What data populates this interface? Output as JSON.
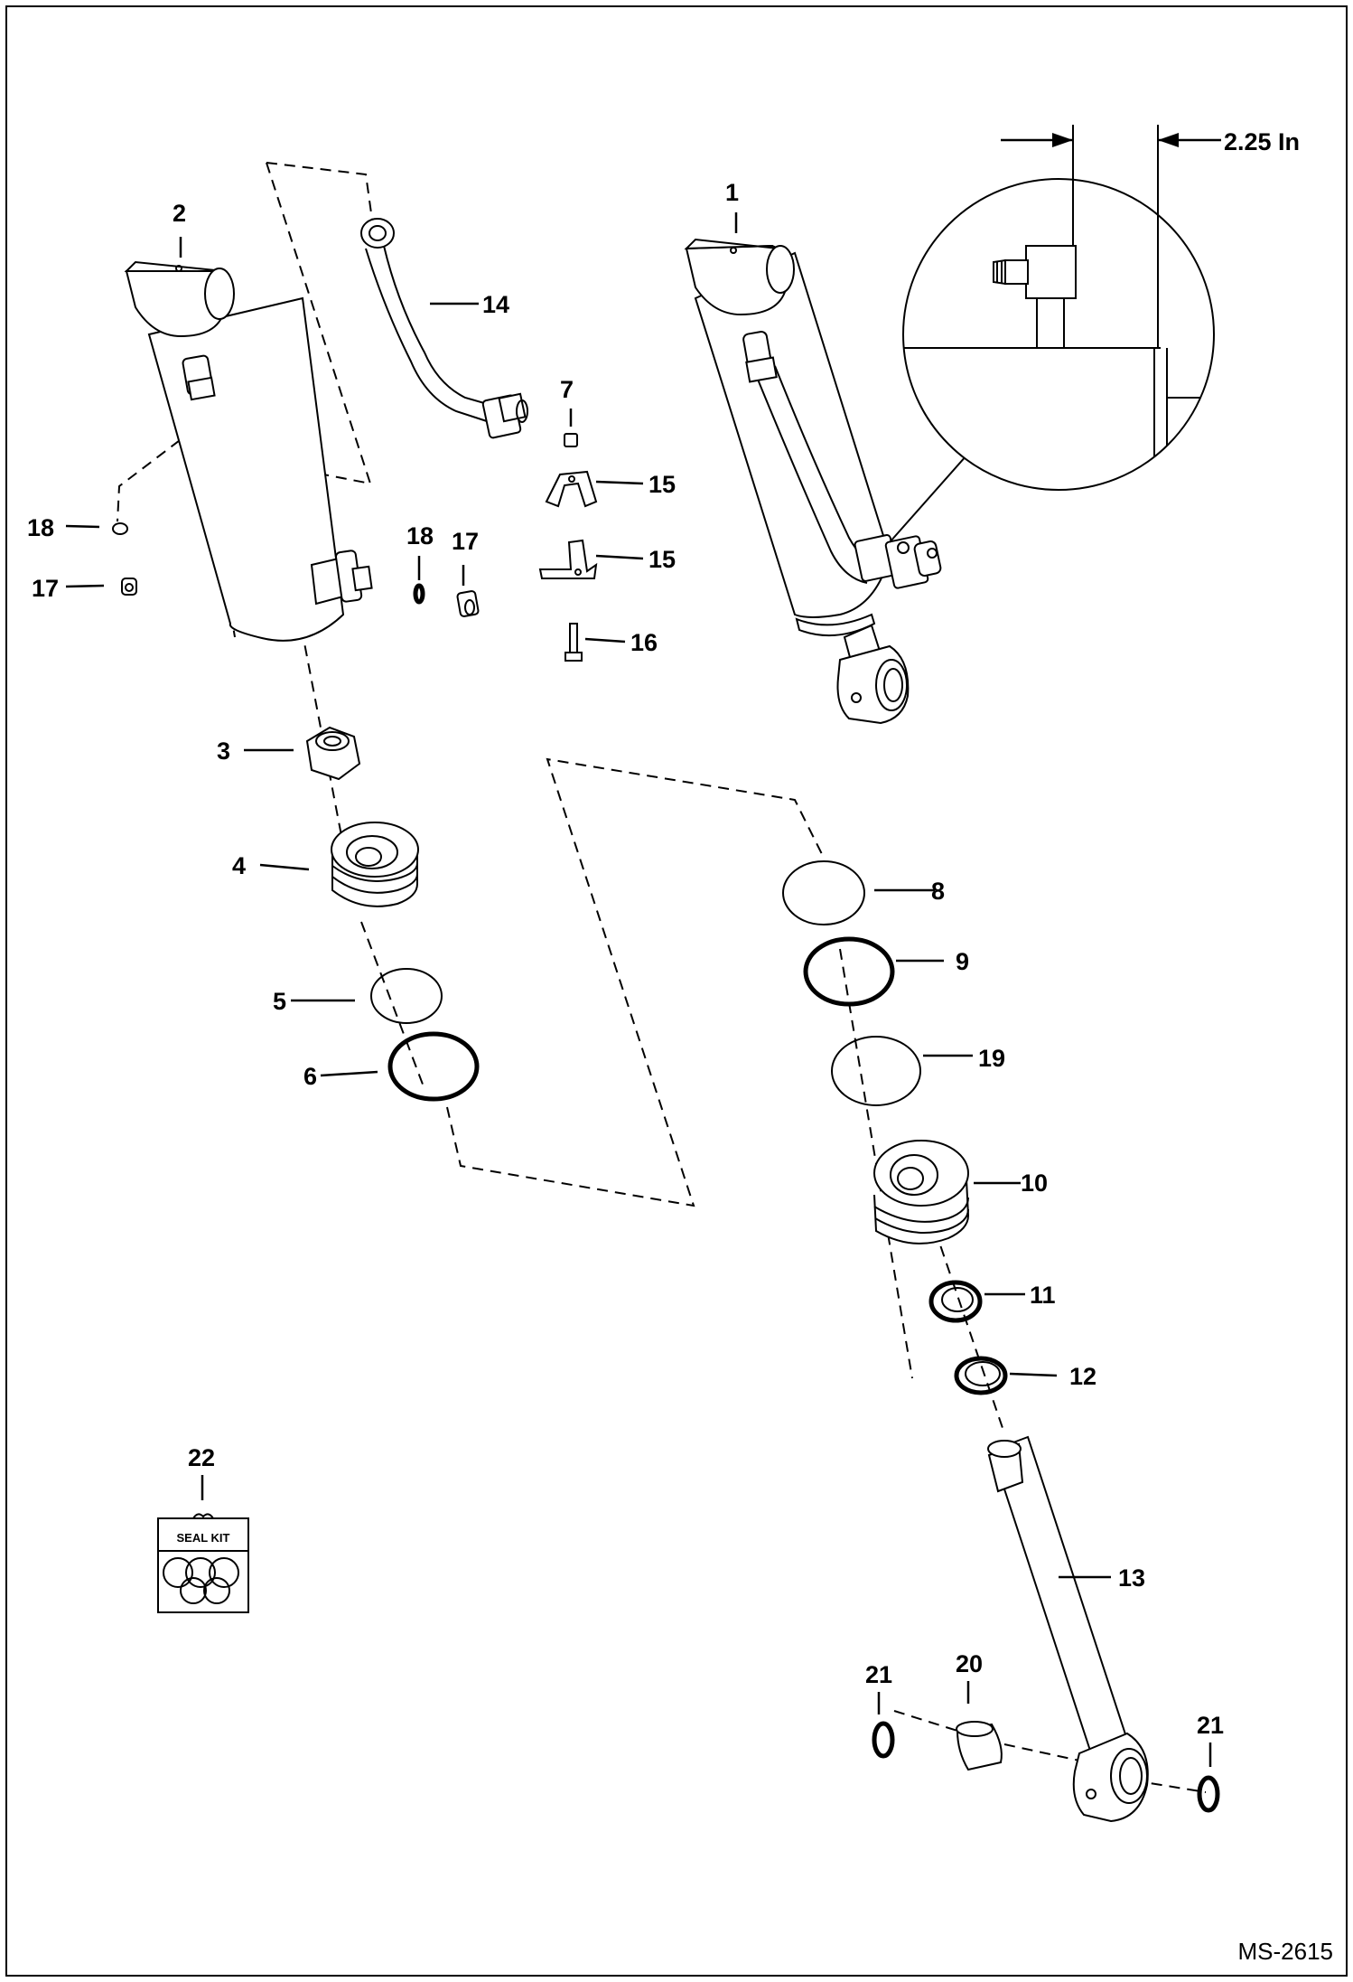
{
  "callouts": [
    {
      "id": "c1",
      "text": "1"
    },
    {
      "id": "c2",
      "text": "2"
    },
    {
      "id": "c3",
      "text": "3"
    },
    {
      "id": "c4",
      "text": "4"
    },
    {
      "id": "c5",
      "text": "5"
    },
    {
      "id": "c6",
      "text": "6"
    },
    {
      "id": "c7",
      "text": "7"
    },
    {
      "id": "c8",
      "text": "8"
    },
    {
      "id": "c9",
      "text": "9"
    },
    {
      "id": "c10",
      "text": "10"
    },
    {
      "id": "c11",
      "text": "11"
    },
    {
      "id": "c12",
      "text": "12"
    },
    {
      "id": "c13",
      "text": "13"
    },
    {
      "id": "c14",
      "text": "14"
    },
    {
      "id": "c15a",
      "text": "15"
    },
    {
      "id": "c15b",
      "text": "15"
    },
    {
      "id": "c16",
      "text": "16"
    },
    {
      "id": "c17a",
      "text": "17"
    },
    {
      "id": "c17b",
      "text": "17"
    },
    {
      "id": "c18a",
      "text": "18"
    },
    {
      "id": "c18b",
      "text": "18"
    },
    {
      "id": "c19",
      "text": "19"
    },
    {
      "id": "c20",
      "text": "20"
    },
    {
      "id": "c21a",
      "text": "21"
    },
    {
      "id": "c21b",
      "text": "21"
    },
    {
      "id": "c22",
      "text": "22"
    }
  ],
  "dimension": "2.25 In",
  "seal_kit_label": "SEAL KIT",
  "doc_id": "MS-2615"
}
